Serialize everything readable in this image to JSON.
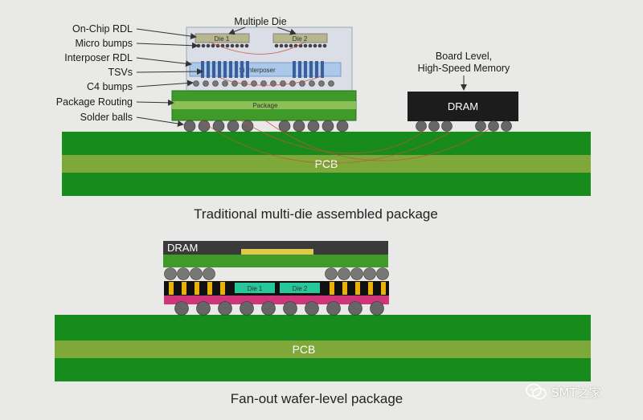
{
  "top_labels": {
    "on_chip_rdl": "On-Chip RDL",
    "micro_bumps": "Micro bumps",
    "interposer_rdl": "Interposer RDL",
    "tsvs": "TSVs",
    "c4_bumps": "C4 bumps",
    "package_routing": "Package Routing",
    "solder_balls": "Solder balls",
    "multiple_die": "Multiple Die",
    "board_level_line1": "Board Level,",
    "board_level_line2": "High-Speed Memory"
  },
  "top_parts": {
    "die1": "Die 1",
    "die2": "Die 2",
    "interposer": "Si Interposer",
    "package": "Package",
    "dram": "DRAM",
    "pcb": "PCB"
  },
  "bottom_parts": {
    "dram": "DRAM",
    "die1": "Die 1",
    "die2": "Die 2",
    "pcb": "PCB"
  },
  "captions": {
    "top": "Traditional multi-die assembled package",
    "bottom": "Fan-out wafer-level package"
  },
  "watermark": {
    "text": "SMT之家",
    "icon": "wechat-icon"
  },
  "colors": {
    "pcb_green": "#178c1c",
    "pcb_stripe": "#7fa83a",
    "package_green": "#3f9a2a",
    "dram_black": "#1c1c1c",
    "ball_gray": "#666666",
    "interposer_blue": "#a9c8ea",
    "die_olive": "#b8b68e",
    "mold_magenta": "#d0357a",
    "tsv_yellow": "#e8b400",
    "die_teal": "#25c79b",
    "trace_red": "#c8503a"
  }
}
